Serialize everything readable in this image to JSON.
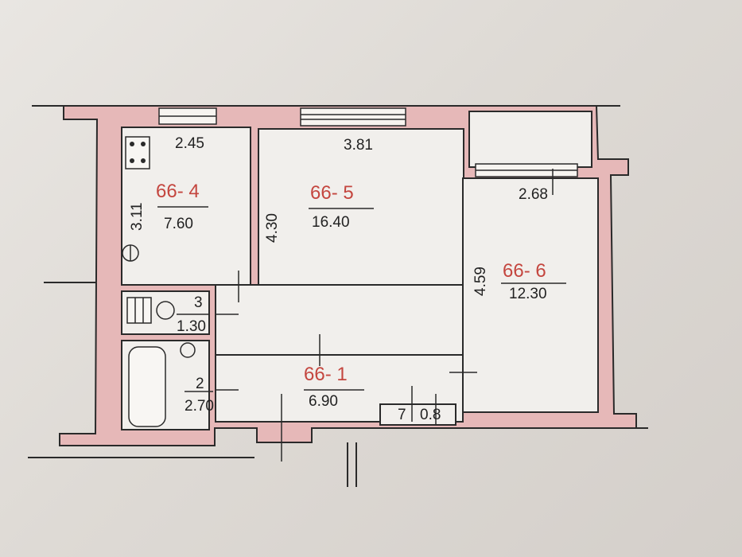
{
  "rooms": [
    {
      "id": "66-4",
      "label": "66- 4",
      "area": "7.60",
      "width": "2.45",
      "height": "3.11"
    },
    {
      "id": "66-5",
      "label": "66- 5",
      "area": "16.40",
      "width": "3.81",
      "height": "4.30"
    },
    {
      "id": "66-6",
      "label": "66- 6",
      "area": "12.30",
      "width": "2.68",
      "height": "4.59"
    },
    {
      "id": "66-1",
      "label": "66- 1",
      "area": "6.90"
    },
    {
      "id": "2",
      "label": "2",
      "area": "2.70"
    },
    {
      "id": "3",
      "label": "3",
      "area": "1.30"
    },
    {
      "id": "7",
      "label": "7",
      "area": "0.8"
    }
  ]
}
